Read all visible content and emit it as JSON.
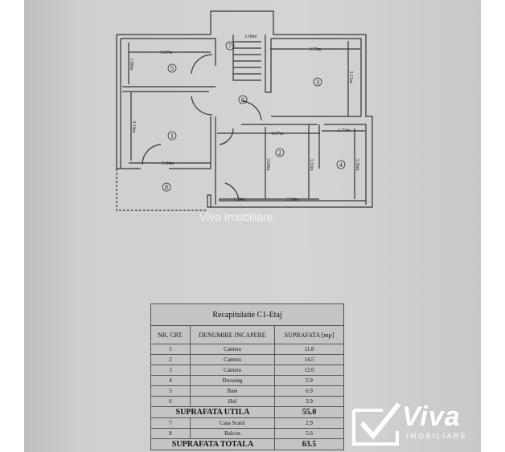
{
  "floor_plan": {
    "room_numbers": [
      "1",
      "2",
      "3",
      "4",
      "5",
      "6",
      "7",
      "8"
    ],
    "dimensions": {
      "stairs_width": "2.00m",
      "room5_width": "3.67m",
      "room5_height": "1.88m",
      "room3_width": "3.75m",
      "room3_height": "3.21m",
      "room1_height": "3.19m",
      "room1_width": "3.84m",
      "room2_width": "4.37m",
      "room4_width": "1.73m",
      "room2_height_a": "3.09m",
      "room2_height_b": "3.33m",
      "room4_height": "3.36m",
      "bottom_a": "1.54m",
      "bottom_b": "2.08m"
    }
  },
  "watermark": "Viva Imobiliare",
  "table": {
    "title": "Recapitulatie C1-Etaj",
    "headers": [
      "NR. CRT.",
      "DENUMIRE INCAPERE",
      "SUPRAFATA [mp]"
    ],
    "rows": [
      {
        "nr": "1",
        "name": "Camera",
        "area": "11.8"
      },
      {
        "nr": "2",
        "name": "Camera",
        "area": "14.5"
      },
      {
        "nr": "3",
        "name": "Camera",
        "area": "12.0"
      },
      {
        "nr": "4",
        "name": "Dressing",
        "area": "5.9"
      },
      {
        "nr": "5",
        "name": "Baie",
        "area": "6.9"
      },
      {
        "nr": "6",
        "name": "Hol",
        "area": "3.9"
      }
    ],
    "utila_label": "SUPRAFATA UTILA",
    "utila_value": "55.0",
    "extra_rows": [
      {
        "nr": "7",
        "name": "Casa Scarii",
        "area": "2.9"
      },
      {
        "nr": "8",
        "name": "Balcon",
        "area": "5.6"
      }
    ],
    "totala_label": "SUPRAFATA TOTALA",
    "totala_value": "63.5"
  },
  "logo": {
    "name": "Viva",
    "sub": "IMOBILIARE",
    "icon": "checkmark-box-icon"
  }
}
